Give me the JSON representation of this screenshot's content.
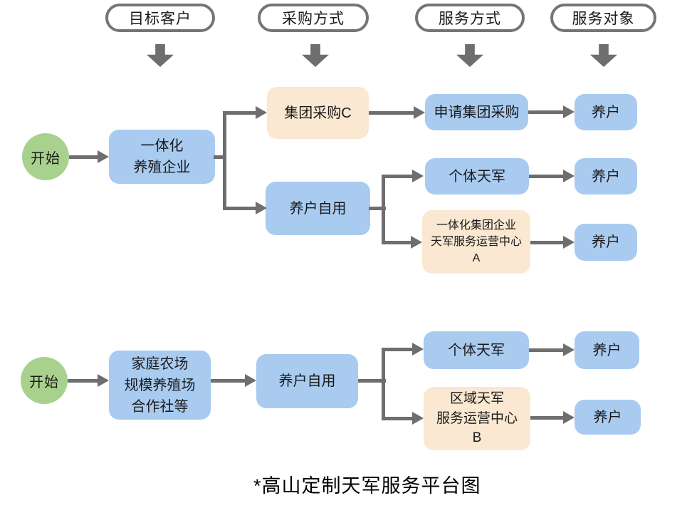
{
  "colors": {
    "node_blue": "#a9cbf0",
    "node_cream": "#fae8d2",
    "start_green": "#a9d18e",
    "connector_gray": "#6e6e6e",
    "pill_border_gray": "#757575",
    "text": "#1a1a1a"
  },
  "headers": {
    "target_customer": "目标客户",
    "procurement_method": "采购方式",
    "service_method": "服务方式",
    "service_object": "服务对象"
  },
  "flow1": {
    "start": "开始",
    "integrated_enterprise": "一体化\n养殖企业",
    "group_purchase": "集团采购C",
    "apply_group_purchase": "申请集团采购",
    "self_use": "养户自用",
    "individual_tianjun": "个体天军",
    "center_a": "一体化集团企业\n天军服务运营中心\nA",
    "farmer": "养户"
  },
  "flow2": {
    "start": "开始",
    "family_farm": "家庭农场\n规模养殖场\n合作社等",
    "self_use": "养户自用",
    "individual_tianjun": "个体天军",
    "center_b": "区域天军\n服务运营中心\nB",
    "farmer": "养户"
  },
  "caption": "*高山定制天军服务平台图"
}
